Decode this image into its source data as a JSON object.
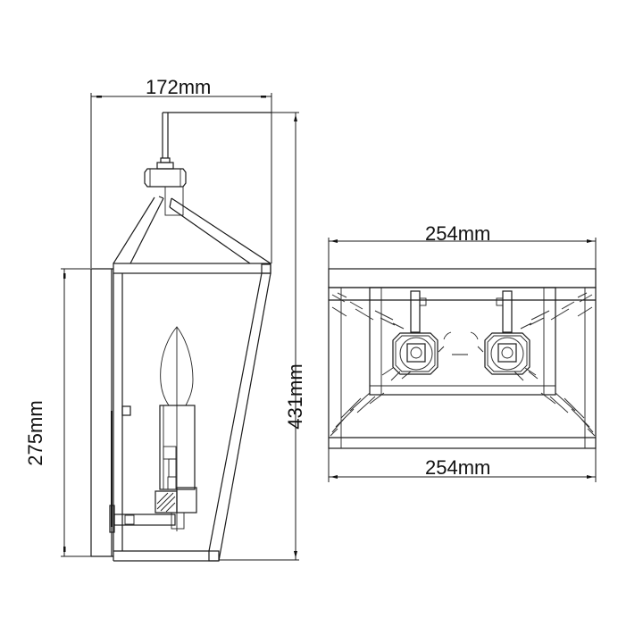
{
  "drawing": {
    "side_view": {
      "width_label": "172mm",
      "overall_height_label": "431mm",
      "backplate_height_label": "275mm"
    },
    "top_view": {
      "top_width_label": "254mm",
      "bottom_width_label": "254mm"
    },
    "colors": {
      "line": "#1a1a1a",
      "background": "#ffffff"
    }
  }
}
